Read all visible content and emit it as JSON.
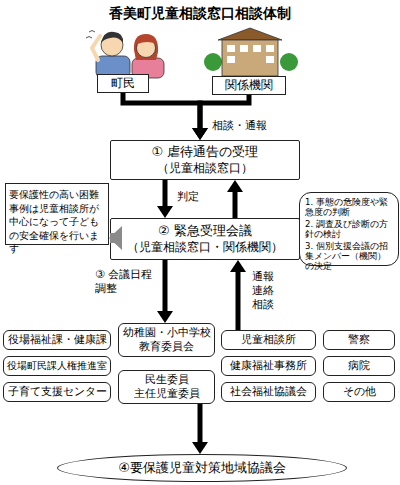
{
  "diagram": {
    "title": "香美町児童相談窓口相談体制",
    "nodes": [
      {
        "text": [
          "町民"
        ]
      },
      {
        "text": [
          "関係機関"
        ]
      },
      {
        "text": [
          "① 虐待通告の受理",
          "（児童相談窓口）"
        ]
      },
      {
        "text": [
          "② 緊急受理会議",
          "（児童相談窓口・関係機関）"
        ]
      },
      {
        "text": [
          "要保護性の高い困難事例は児童相談所が中心になって子どもの安全確保を行います"
        ]
      },
      {
        "text": [
          "1. 事態の危険度や緊急度の判断",
          "2. 調査及び診断の方針の検討",
          "3. 個別支援会議の招集メンバー（機関）の決定"
        ]
      },
      {
        "text": [
          "役場福祉課・健康課"
        ]
      },
      {
        "text": [
          "幼稚園・小中学校",
          "教育委員会"
        ]
      },
      {
        "text": [
          "児童相談所"
        ]
      },
      {
        "text": [
          "警察"
        ]
      },
      {
        "text": [
          "役場町民課人権推進室"
        ]
      },
      {
        "text": [
          "健康福祉事務所"
        ]
      },
      {
        "text": [
          "病院"
        ]
      },
      {
        "text": [
          "子育て支援センター"
        ]
      },
      {
        "text": [
          "民生委員",
          "主任児童委員"
        ]
      },
      {
        "text": [
          "社会福祉協議会"
        ]
      },
      {
        "text": [
          "その他"
        ]
      },
      {
        "text": [
          "④要保護児童対策地域協議会"
        ]
      }
    ],
    "edges": [
      {
        "from": 0,
        "to": 2,
        "label": "相談・通報",
        "arrow": "to"
      },
      {
        "from": 1,
        "to": 2,
        "arrow": "to"
      },
      {
        "from": 2,
        "to": 3,
        "label": "判定",
        "arrow": "to"
      },
      {
        "from": 3,
        "to": 2,
        "arrow": "to"
      },
      {
        "from": 3,
        "to": 4,
        "arrow": "to"
      },
      {
        "from": 3,
        "to": 7,
        "label": "③ 会議日程調整",
        "arrow": "to"
      },
      {
        "from": 8,
        "to": 3,
        "label": "通報 連絡 相談",
        "arrow": "to"
      },
      {
        "from": 14,
        "to": 17,
        "arrow": "to"
      }
    ]
  }
}
